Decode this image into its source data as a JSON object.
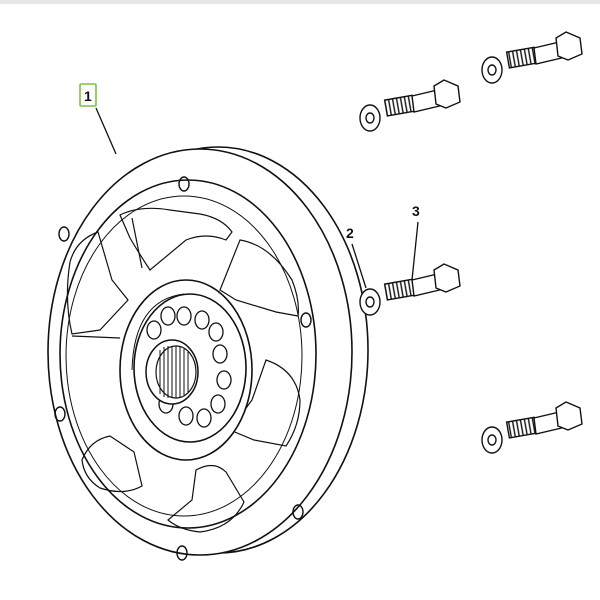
{
  "diagram": {
    "callouts": [
      {
        "id": "1",
        "label": "1",
        "selected": true
      },
      {
        "id": "2",
        "label": "2",
        "selected": false
      },
      {
        "id": "3",
        "label": "3",
        "selected": false
      }
    ],
    "colors": {
      "line": "#111111",
      "highlight": "#7cc242",
      "topbar": "#e6e6e6"
    }
  }
}
